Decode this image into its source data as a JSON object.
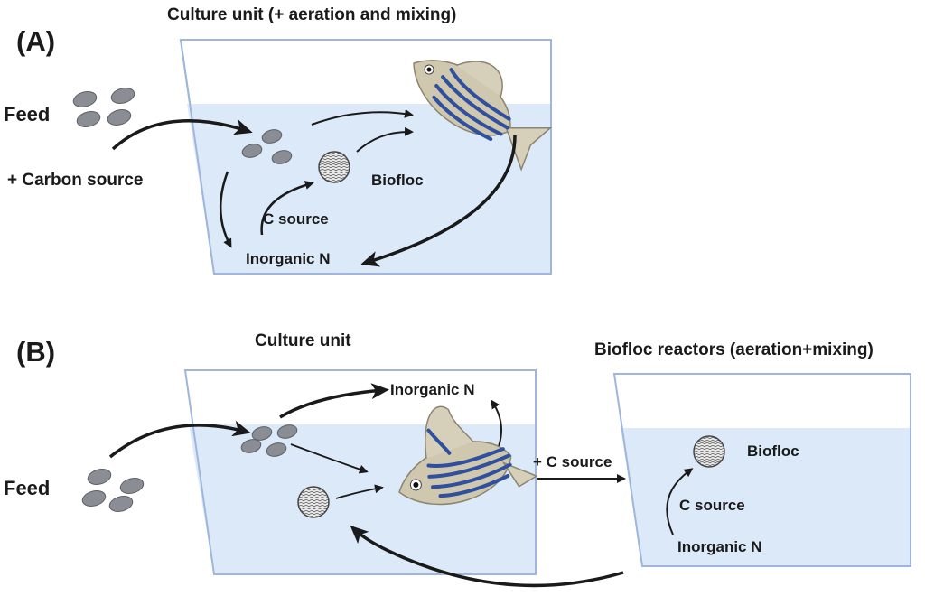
{
  "panel_a": {
    "letter": "(A)",
    "title": "Culture unit (+ aeration and mixing)",
    "feed_label": "Feed",
    "carbon_label": "+ Carbon source",
    "biofloc_label": "Biofloc",
    "c_source_label": "C source",
    "inorganic_n_label": "Inorganic N"
  },
  "panel_b": {
    "letter": "(B)",
    "title": "Culture unit",
    "reactor_title": "Biofloc reactors (aeration+mixing)",
    "feed_label": "Feed",
    "inorganic_n_label": "Inorganic N",
    "c_source_transfer_label": "+ C source",
    "reactor_biofloc_label": "Biofloc",
    "reactor_c_source_label": "C source",
    "reactor_inorganic_n_label": "Inorganic N"
  },
  "colors": {
    "water": "#dbe9f8",
    "tank_border": "#9fb5dc",
    "arrow": "#1a1a1a",
    "pellet": "#8a8d93",
    "fish_body": "#cfc7ae",
    "fish_stripe": "#2f4fa0"
  }
}
